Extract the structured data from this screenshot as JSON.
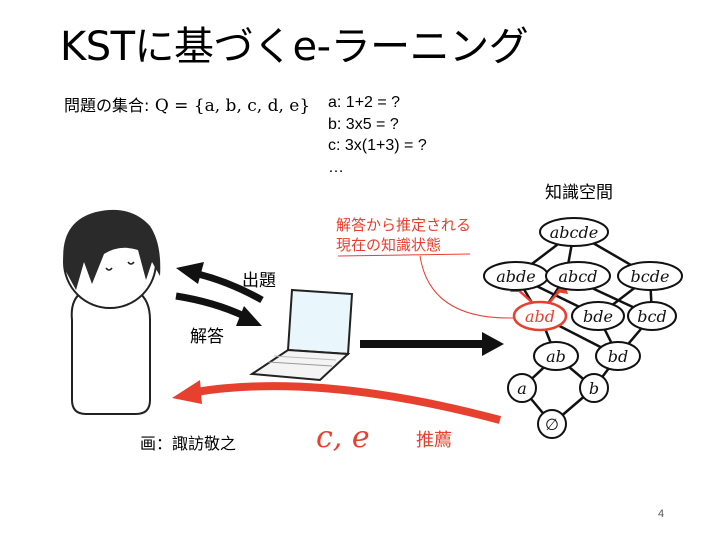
{
  "slide": {
    "title": "KSTに基づくe-ラーニング",
    "page_number": "4"
  },
  "problem_set": {
    "label": "問題の集合:",
    "formula": "Q = {a, b, c, d, e}",
    "items": [
      "a: 1+2 = ?",
      "b: 3x5 = ?",
      "c: 3x(1+3) = ?",
      "…"
    ]
  },
  "diagram": {
    "knowledge_space_label": "知識空間",
    "estimate_note": [
      "解答から推定される",
      "現在の知識状態"
    ],
    "arrow_question": "出題",
    "arrow_answer": "解答",
    "recommend_items": "c,  e",
    "recommend_label": "推薦",
    "credit": "画：諏訪敬之",
    "nodes": [
      "abcde",
      "abde",
      "abcd",
      "bcde",
      "abd",
      "bde",
      "bcd",
      "ab",
      "bd",
      "a",
      "b",
      "∅"
    ],
    "highlight_node": "abd",
    "colors": {
      "accent_red": "#e8402f",
      "arrow_black": "#111111",
      "laptop_screen": "#e9f6fb"
    }
  }
}
